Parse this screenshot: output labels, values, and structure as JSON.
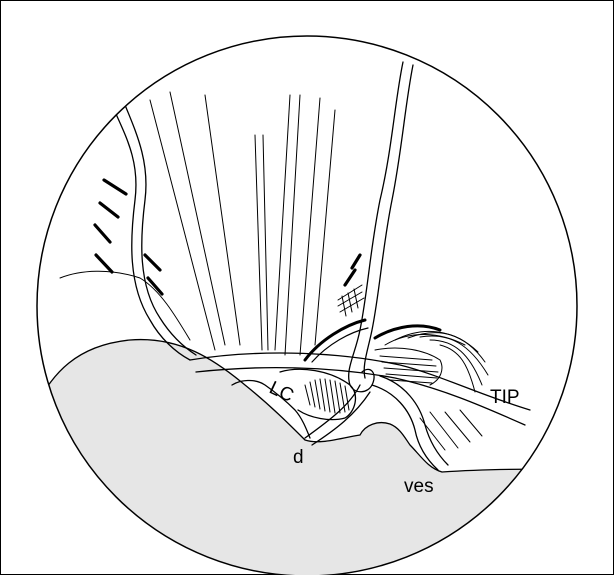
{
  "labels": {
    "lc": "LC",
    "tip": "TIP",
    "d": "d",
    "ves": "ves"
  },
  "colors": {
    "shading": "#e6e6e6",
    "line": "#000000",
    "background": "#ffffff"
  }
}
